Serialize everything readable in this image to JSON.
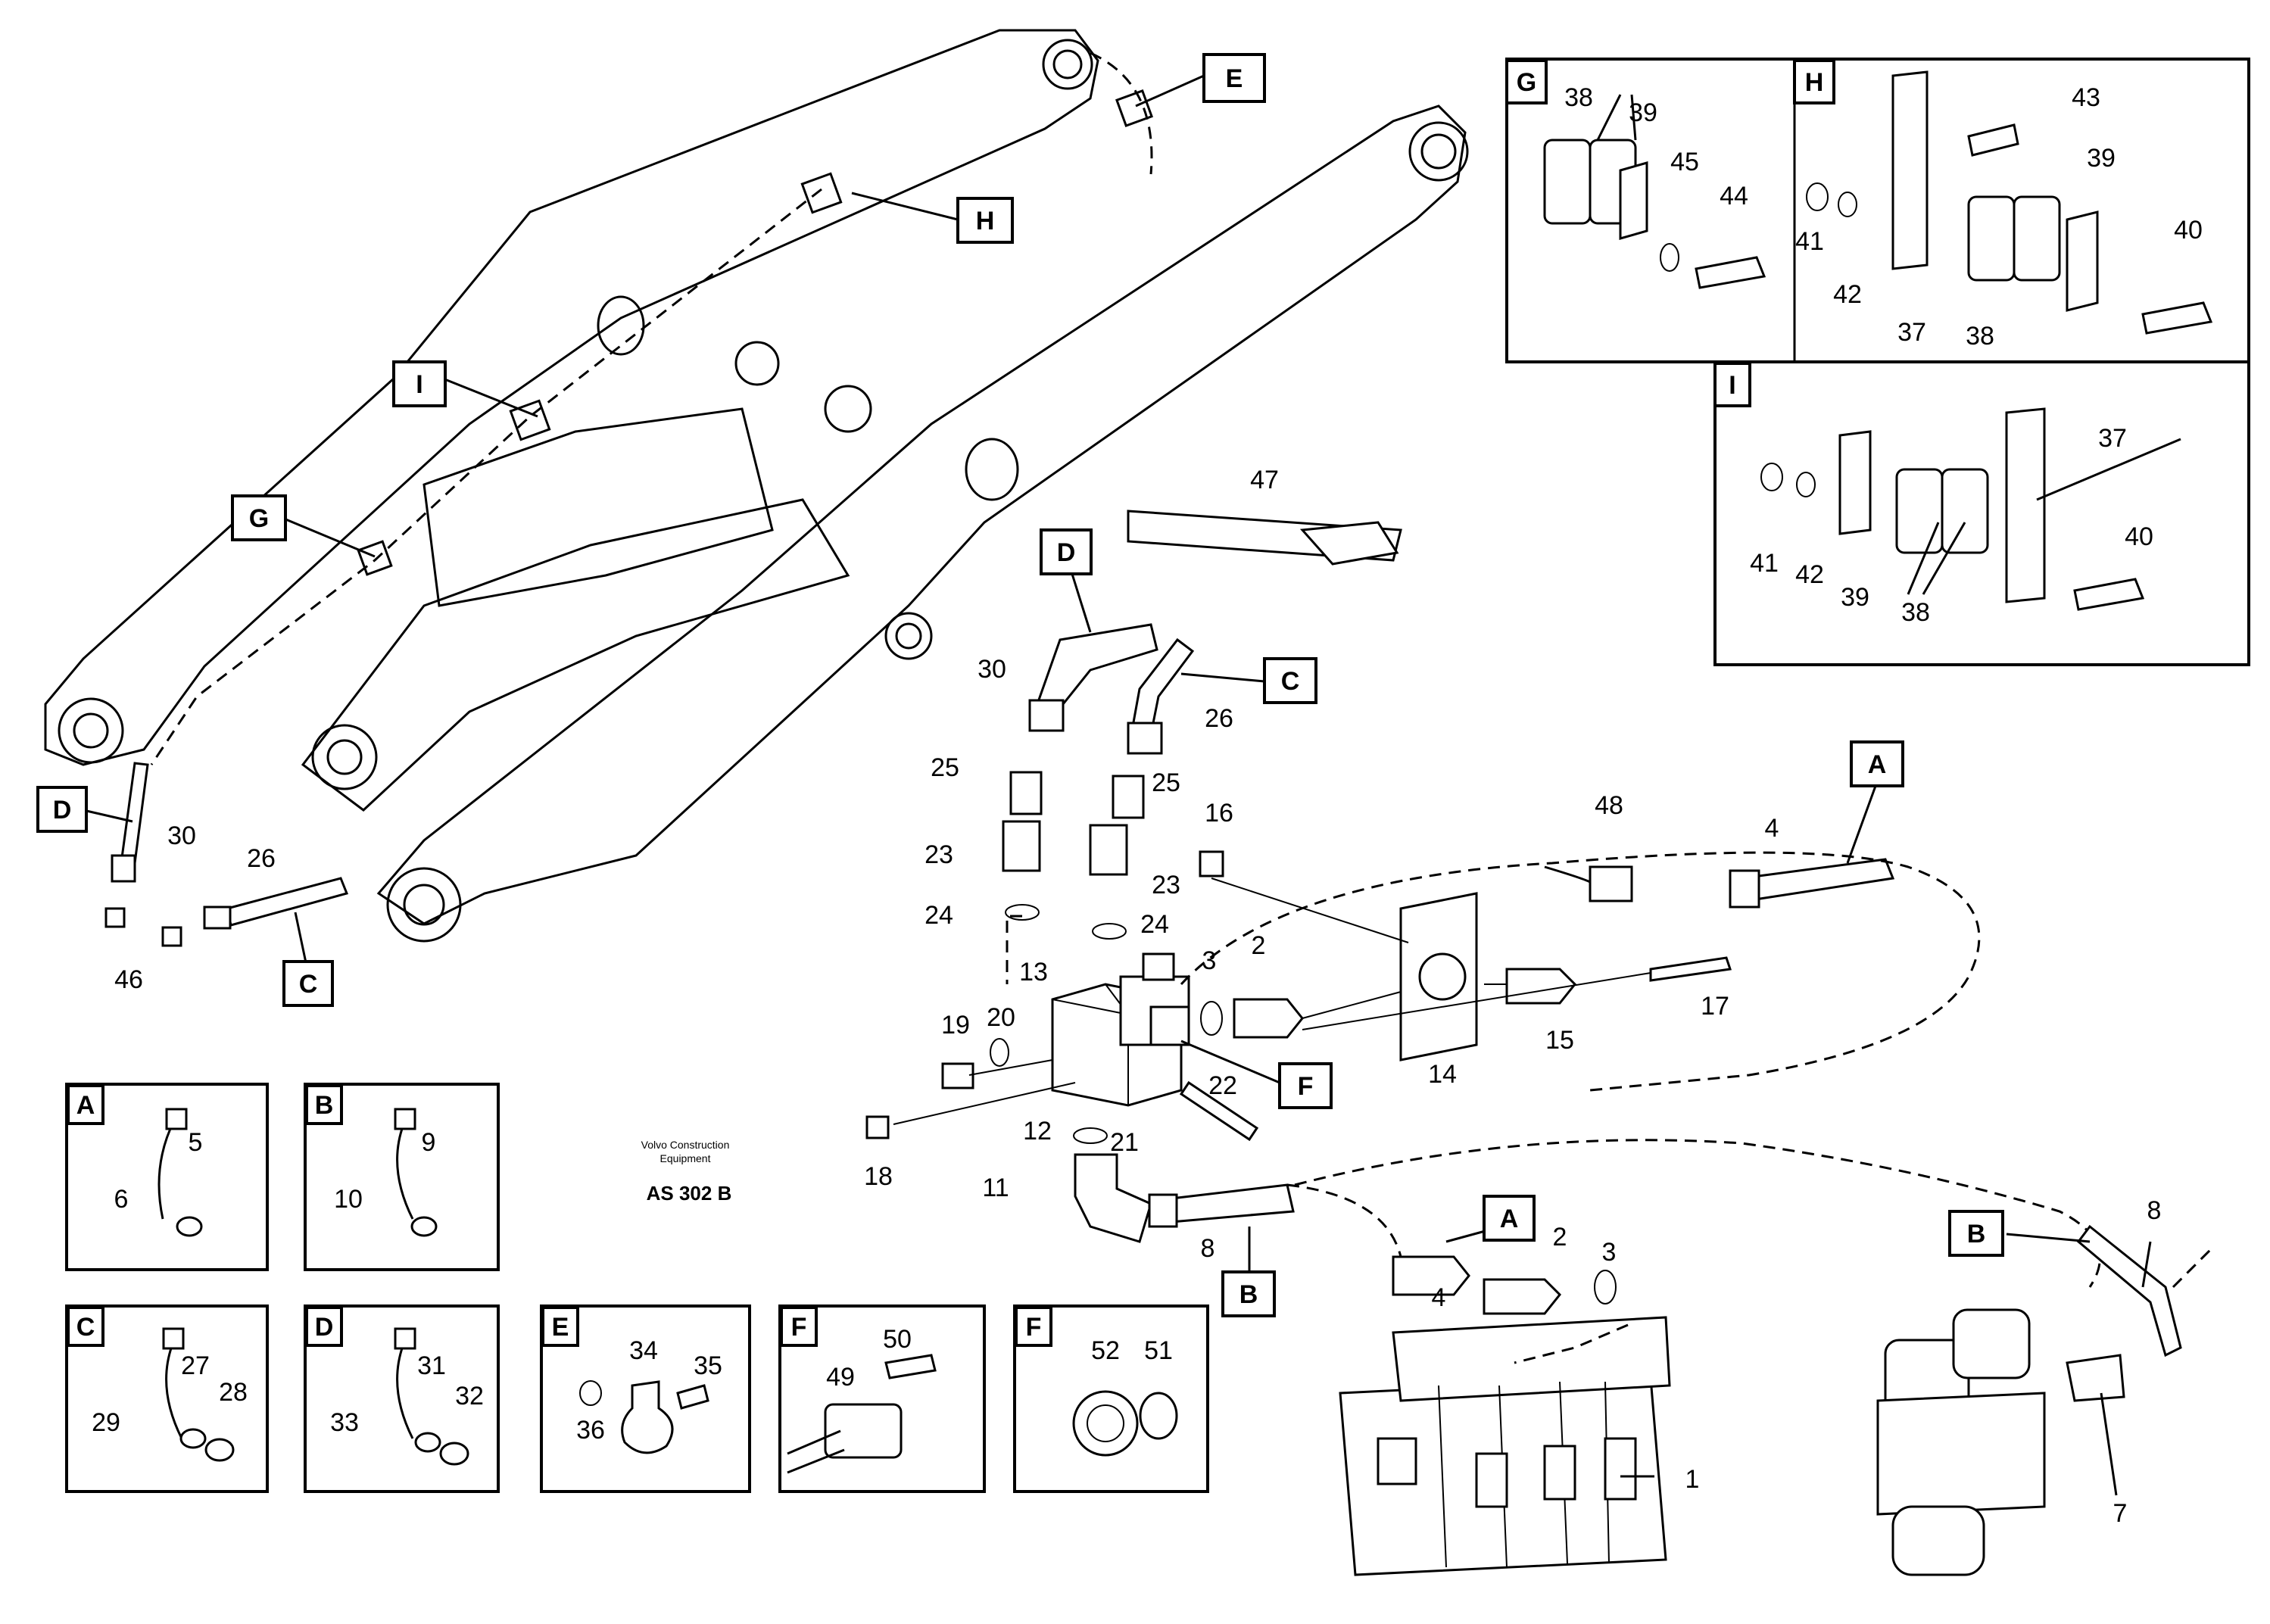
{
  "diagram": {
    "title_lines": [
      "Volvo Construction",
      "Equipment"
    ],
    "code": "AS 302 B",
    "callouts": {
      "E": "E",
      "H": "H",
      "I": "I",
      "G": "G",
      "D": "D",
      "C": "C",
      "A": "A",
      "B": "B",
      "F": "F"
    },
    "parts": {
      "p1": "1",
      "p2": "2",
      "p3": "3",
      "p4": "4",
      "p5": "5",
      "p6": "6",
      "p7": "7",
      "p8": "8",
      "p9": "9",
      "p10": "10",
      "p11": "11",
      "p12": "12",
      "p13": "13",
      "p14": "14",
      "p15": "15",
      "p16": "16",
      "p17": "17",
      "p18": "18",
      "p19": "19",
      "p20": "20",
      "p21": "21",
      "p22": "22",
      "p23": "23",
      "p24": "24",
      "p25": "25",
      "p26": "26",
      "p27": "27",
      "p28": "28",
      "p29": "29",
      "p30": "30",
      "p31": "31",
      "p32": "32",
      "p33": "33",
      "p34": "34",
      "p35": "35",
      "p36": "36",
      "p37": "37",
      "p38": "38",
      "p39": "39",
      "p40": "40",
      "p41": "41",
      "p42": "42",
      "p43": "43",
      "p44": "44",
      "p45": "45",
      "p46": "46",
      "p47": "47",
      "p48": "48",
      "p49": "49",
      "p50": "50",
      "p51": "51",
      "p52": "52"
    }
  }
}
